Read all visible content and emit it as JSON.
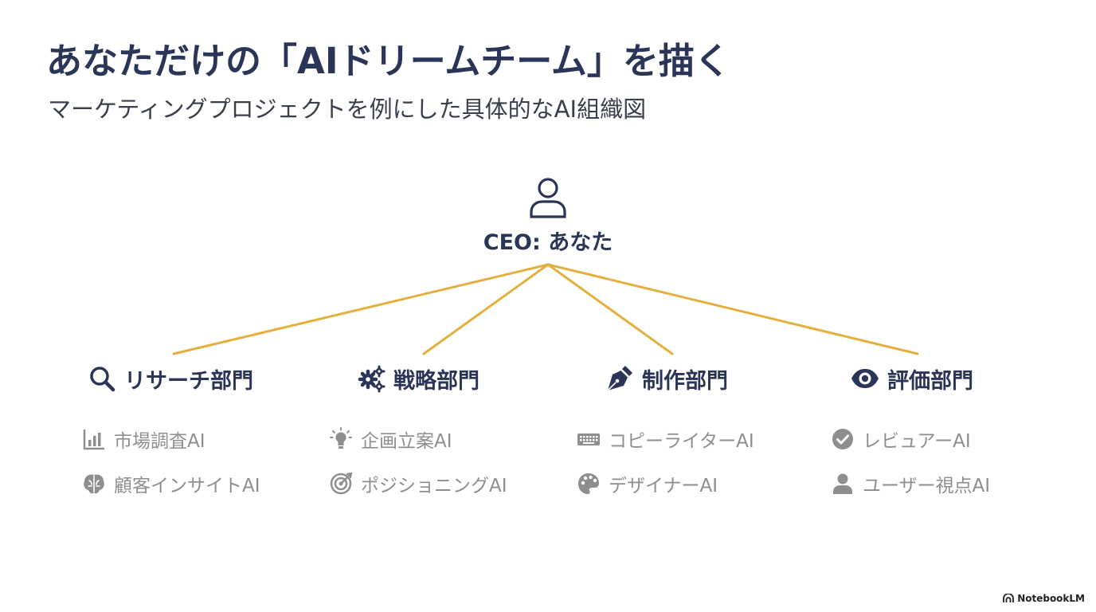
{
  "title": "あなただけの「AIドリームチーム」を描く",
  "subtitle": "マーケティングプロジェクトを例にした具体的なAI組織図",
  "ceo": {
    "label": "CEO: あなた",
    "icon": "person-icon"
  },
  "colors": {
    "navy": "#2b3557",
    "gold": "#e3b040",
    "gray": "#8e8e8e",
    "subtitle": "#3a3f4c"
  },
  "departments": [
    {
      "label": "リサーチ部門",
      "icon": "magnifier-icon",
      "items": [
        {
          "label": "市場調査AI",
          "icon": "bar-chart-icon"
        },
        {
          "label": "顧客インサイトAI",
          "icon": "brain-icon"
        }
      ]
    },
    {
      "label": "戦略部門",
      "icon": "gears-icon",
      "items": [
        {
          "label": "企画立案AI",
          "icon": "lightbulb-icon"
        },
        {
          "label": "ポジショニングAI",
          "icon": "target-icon"
        }
      ]
    },
    {
      "label": "制作部門",
      "icon": "pen-nib-icon",
      "items": [
        {
          "label": "コピーライターAI",
          "icon": "keyboard-icon"
        },
        {
          "label": "デザイナーAI",
          "icon": "palette-icon"
        }
      ]
    },
    {
      "label": "評価部門",
      "icon": "eye-icon",
      "items": [
        {
          "label": "レビュアーAI",
          "icon": "check-circle-icon"
        },
        {
          "label": "ユーザー視点AI",
          "icon": "user-icon"
        }
      ]
    }
  ],
  "footer": {
    "label": "NotebookLM",
    "icon": "notebooklm-logo-icon"
  }
}
